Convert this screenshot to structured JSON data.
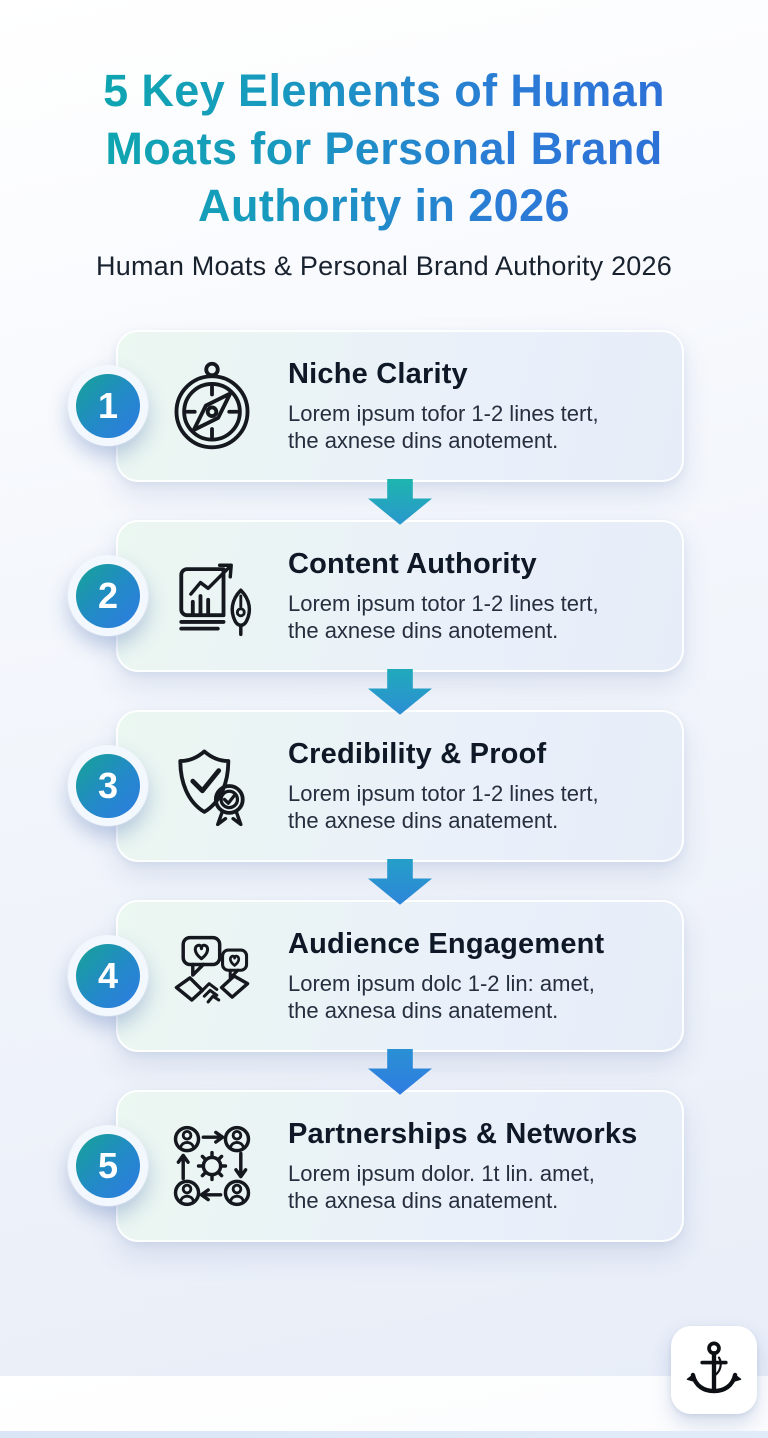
{
  "page": {
    "title_lines": [
      "5 Key Elements of Human",
      "Moats for Personal Brand",
      "Authority in 2026"
    ],
    "title_full": "5 Key Elements of Human Moats for Personal Brand Authority in 2026",
    "subtitle": "Human Moats & Personal Brand Authority 2026"
  },
  "colors": {
    "accent_teal": "#12a7a4",
    "accent_blue": "#2e6fd8",
    "badge_gradient": [
      "#16a394",
      "#2f7ce2"
    ],
    "arrow_gradients": [
      "#1db5ae-#2a97cd",
      "#20aabc-#2c8ed3",
      "#249fc8-#2e85d9",
      "#2a90d4-#2f7ce1"
    ],
    "card_background": [
      "#ebf7f1",
      "#e7edf8"
    ],
    "text_dark": "#0f1826"
  },
  "steps": [
    {
      "number": "1",
      "title": "Niche Clarity",
      "body_line1": "Lorem ipsum tofor 1-2 lines tert,",
      "body_line2": "the axnese dins anotement.",
      "icon": "compass-icon"
    },
    {
      "number": "2",
      "title": "Content Authority",
      "body_line1": "Lorem ipsum totor 1-2 lines tert,",
      "body_line2": "the axnese dins anotement.",
      "icon": "book-chart-pen-icon"
    },
    {
      "number": "3",
      "title": "Credibility & Proof",
      "body_line1": "Lorem ipsum totor 1-2 lines tert,",
      "body_line2": "the axnese dins anatement.",
      "icon": "shield-check-badge-icon"
    },
    {
      "number": "4",
      "title": "Audience Engagement",
      "body_line1": "Lorem ipsum dolc 1-2 lin: amet,",
      "body_line2": "the axnesa dins anatement.",
      "icon": "handshake-chat-icon"
    },
    {
      "number": "5",
      "title": "Partnerships & Networks",
      "body_line1": "Lorem ipsum dolor. 1t lin. amet,",
      "body_line2": "the axnesa dins anatement.",
      "icon": "network-gear-icon"
    }
  ],
  "footer": {
    "logo_icon": "anchor-icon"
  }
}
